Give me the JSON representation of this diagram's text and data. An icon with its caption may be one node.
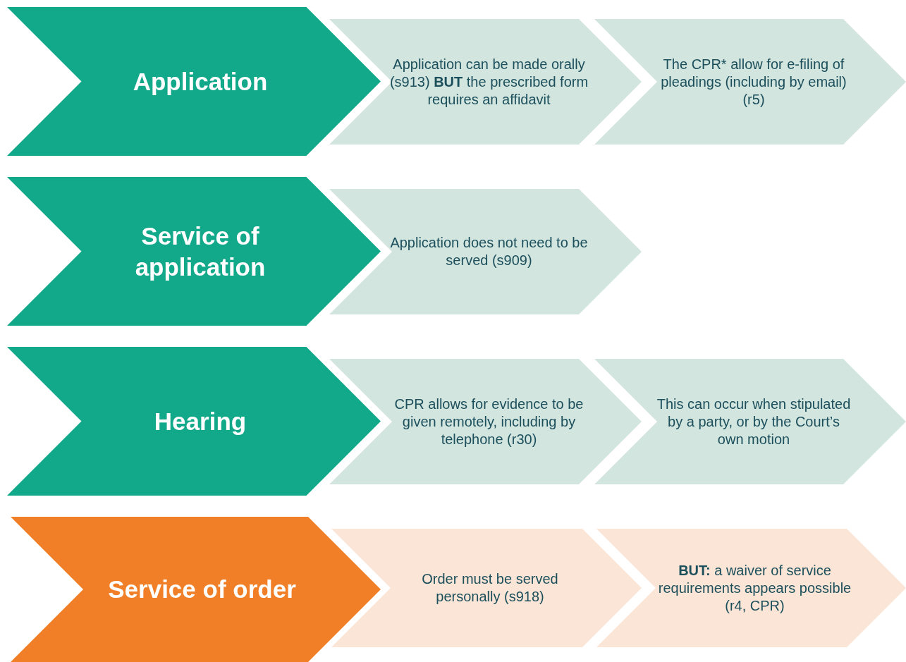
{
  "diagram": {
    "nodes": [
      {
        "text": [
          "Application"
        ]
      },
      {
        "text": [
          "Application can be made orally (s913) **BUT** the prescribed form requires an affidavit"
        ]
      },
      {
        "text": [
          "The CPR* allow for e-filing of pleadings (including by email) (r5)"
        ]
      },
      {
        "text": [
          "Service of application"
        ]
      },
      {
        "text": [
          "Application does not need to be served (s909)"
        ]
      },
      {
        "text": [
          "Hearing"
        ]
      },
      {
        "text": [
          "CPR allows for evidence to be given remotely, including by telephone (r30)"
        ]
      },
      {
        "text": [
          "This can occur when stipulated by a party, or by the Court’s own motion"
        ]
      },
      {
        "text": [
          "Service of order"
        ]
      },
      {
        "text": [
          "Order must be served personally (s918)"
        ]
      },
      {
        "text": [
          "**BUT:** a waiver of service requirements appears possible (r4, CPR)"
        ]
      }
    ]
  }
}
